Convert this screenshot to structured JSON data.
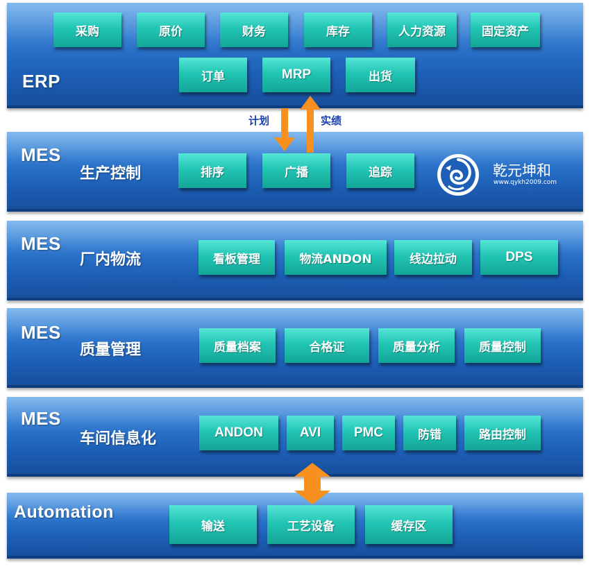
{
  "erp": {
    "title": "ERP",
    "modules": [
      "采购",
      "原价",
      "财务",
      "库存",
      "人力资源",
      "固定资产",
      "订单",
      "MRP",
      "出货"
    ]
  },
  "flow": {
    "plan_label": "计划",
    "actual_label": "实绩"
  },
  "mes_production": {
    "title": "MES",
    "subtitle": "生产控制",
    "modules": [
      "排序",
      "广播",
      "追踪"
    ]
  },
  "logo": {
    "name": "乾元坤和",
    "url": "www.qykh2009.com"
  },
  "mes_logistics": {
    "title": "MES",
    "subtitle": "厂内物流",
    "modules": [
      "看板管理",
      "物流ANDON",
      "线边拉动",
      "DPS"
    ]
  },
  "mes_quality": {
    "title": "MES",
    "subtitle": "质量管理",
    "modules": [
      "质量档案",
      "合格证",
      "质量分析",
      "质量控制"
    ]
  },
  "mes_info": {
    "title": "MES",
    "subtitle": "车间信息化",
    "modules": [
      "ANDON",
      "AVI",
      "PMC",
      "防错",
      "路由控制"
    ]
  },
  "automation": {
    "title": "Automation",
    "modules": [
      "输送",
      "工艺设备",
      "缓存区"
    ]
  },
  "colors": {
    "layer": "#2e78cf",
    "module": "#22c5b4",
    "arrow": "#f7901e",
    "flow_label": "#1a3fb0"
  }
}
